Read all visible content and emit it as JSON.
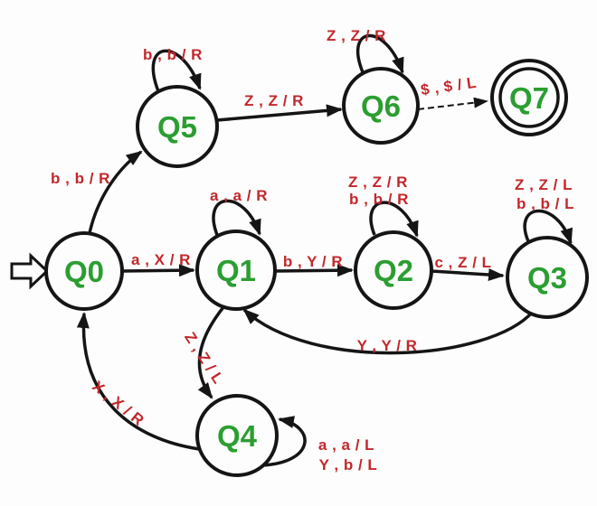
{
  "diagram": {
    "type": "turing-machine-state-diagram",
    "colors": {
      "state_label": "#2b9e31",
      "transition_label": "#c3272b",
      "stroke": "#151515",
      "background": "#fdfdfd"
    },
    "states": [
      {
        "id": "q0",
        "label": "Q0",
        "start": true,
        "accepting": false
      },
      {
        "id": "q1",
        "label": "Q1",
        "start": false,
        "accepting": false
      },
      {
        "id": "q2",
        "label": "Q2",
        "start": false,
        "accepting": false
      },
      {
        "id": "q3",
        "label": "Q3",
        "start": false,
        "accepting": false
      },
      {
        "id": "q4",
        "label": "Q4",
        "start": false,
        "accepting": false
      },
      {
        "id": "q5",
        "label": "Q5",
        "start": false,
        "accepting": false
      },
      {
        "id": "q6",
        "label": "Q6",
        "start": false,
        "accepting": false
      },
      {
        "id": "q7",
        "label": "Q7",
        "start": false,
        "accepting": true
      }
    ],
    "transitions": [
      {
        "from": "Q0",
        "to": "Q5",
        "lines": [
          "b , b / R"
        ]
      },
      {
        "from": "Q5",
        "to": "Q5",
        "lines": [
          "b , b / R"
        ]
      },
      {
        "from": "Q5",
        "to": "Q6",
        "lines": [
          "Z , Z / R"
        ]
      },
      {
        "from": "Q6",
        "to": "Q6",
        "lines": [
          "Z , Z / R"
        ]
      },
      {
        "from": "Q6",
        "to": "Q7",
        "lines": [
          "$ , $ / L"
        ]
      },
      {
        "from": "Q0",
        "to": "Q1",
        "lines": [
          "a , X / R"
        ]
      },
      {
        "from": "Q1",
        "to": "Q1",
        "lines": [
          "a , a / R"
        ]
      },
      {
        "from": "Q1",
        "to": "Q2",
        "lines": [
          "b , Y / R"
        ]
      },
      {
        "from": "Q2",
        "to": "Q2",
        "lines": [
          "Z , Z / R",
          "b , b / R"
        ]
      },
      {
        "from": "Q2",
        "to": "Q3",
        "lines": [
          "c , Z / L"
        ]
      },
      {
        "from": "Q3",
        "to": "Q3",
        "lines": [
          "Z , Z / L",
          "b , b / L"
        ]
      },
      {
        "from": "Q3",
        "to": "Q1",
        "lines": [
          "Y , Y / R"
        ]
      },
      {
        "from": "Q1",
        "to": "Q4",
        "lines": [
          "Z , Z / L"
        ]
      },
      {
        "from": "Q4",
        "to": "Q0",
        "lines": [
          "X , X / R"
        ]
      },
      {
        "from": "Q4",
        "to": "Q4",
        "lines": [
          "a , a / L",
          "Y , b / L"
        ]
      }
    ]
  }
}
